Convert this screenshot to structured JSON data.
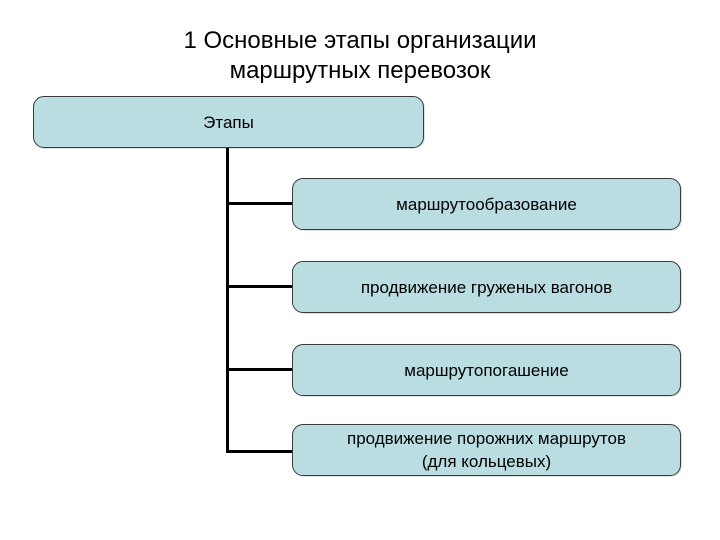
{
  "slide": {
    "title": "1 Основные этапы организации\nмаршрутных перевозок",
    "background_color": "#ffffff"
  },
  "diagram": {
    "type": "org-chart",
    "orientation": "vertical-trunk-with-right-branches",
    "node_fill_color": "#b9dde1",
    "node_border_color": "#3a3a3a",
    "connector_color": "#000000",
    "root": {
      "label": "Этапы"
    },
    "children": [
      {
        "label": "маршрутообразование"
      },
      {
        "label": "продвижение груженых вагонов"
      },
      {
        "label": "маршрутопогашение"
      },
      {
        "label": "продвижение порожних маршрутов\n(для кольцевых)"
      }
    ]
  }
}
